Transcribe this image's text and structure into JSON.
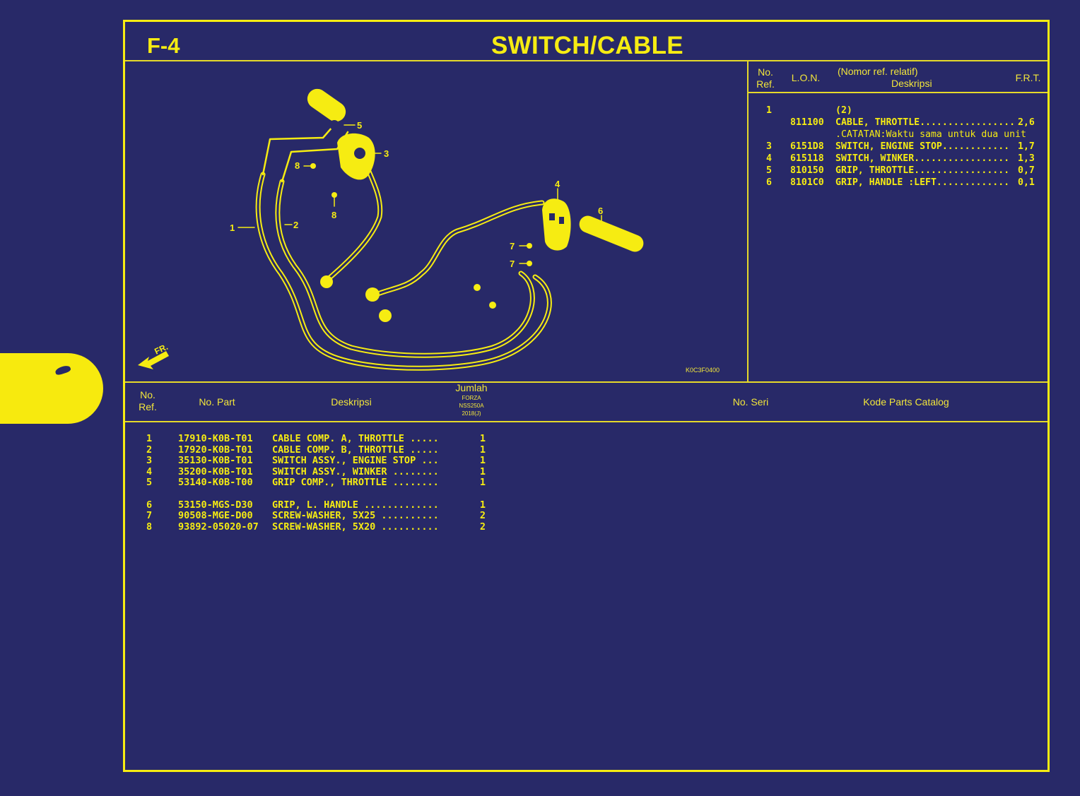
{
  "page": {
    "section_code": "F-4",
    "title": "SWITCH/CABLE",
    "drawing_code": "K0C3F0400",
    "front_indicator": "FR.",
    "colors": {
      "background": "#282968",
      "accent": "#f6ec12"
    }
  },
  "reference_table": {
    "headers": {
      "no_ref_line1": "No.",
      "no_ref_line2": "Ref.",
      "lon": "L.O.N.",
      "desc_line1": "(Nomor ref. relatif)",
      "desc_line2": "Deskripsi",
      "frt": "F.R.T."
    },
    "rows": [
      {
        "no": "1",
        "lon": "",
        "desc": "(2)",
        "frt": ""
      },
      {
        "no": "",
        "lon": "811100",
        "desc": "CABLE, THROTTLE.................",
        "frt": "2,6"
      },
      {
        "no": "",
        "lon": "",
        "desc": ".CATATAN:Waktu sama untuk dua unit",
        "frt": ""
      },
      {
        "no": "3",
        "lon": "6151D8",
        "desc": "SWITCH, ENGINE STOP............",
        "frt": "1,7"
      },
      {
        "no": "4",
        "lon": "615118",
        "desc": "SWITCH, WINKER.................",
        "frt": "1,3"
      },
      {
        "no": "5",
        "lon": "810150",
        "desc": "GRIP, THROTTLE.................",
        "frt": "0,7"
      },
      {
        "no": "6",
        "lon": "8101C0",
        "desc": "GRIP, HANDLE :LEFT.............",
        "frt": "0,1"
      }
    ]
  },
  "parts_table": {
    "headers": {
      "no_ref_line1": "No.",
      "no_ref_line2": "Ref.",
      "part_no": "No. Part",
      "desc": "Deskripsi",
      "qty": "Jumlah",
      "model_line1": "FORZA",
      "model_line2": "NSS250A",
      "model_line3": "2018(J)",
      "serial": "No. Seri",
      "catalog_code": "Kode Parts Catalog"
    },
    "rows": [
      {
        "no": "1",
        "part_no": "17910-K0B-T01",
        "desc": "CABLE COMP. A, THROTTLE .....",
        "qty": "1"
      },
      {
        "no": "2",
        "part_no": "17920-K0B-T01",
        "desc": "CABLE COMP. B, THROTTLE .....",
        "qty": "1"
      },
      {
        "no": "3",
        "part_no": "35130-K0B-T01",
        "desc": "SWITCH ASSY., ENGINE STOP ...",
        "qty": "1"
      },
      {
        "no": "4",
        "part_no": "35200-K0B-T01",
        "desc": "SWITCH ASSY., WINKER ........",
        "qty": "1"
      },
      {
        "no": "5",
        "part_no": "53140-K0B-T00",
        "desc": "GRIP COMP., THROTTLE ........",
        "qty": "1"
      },
      {
        "no": "6",
        "part_no": "53150-MGS-D30",
        "desc": "GRIP, L. HANDLE .............",
        "qty": "1"
      },
      {
        "no": "7",
        "part_no": "90508-MGE-D00",
        "desc": "SCREW-WASHER, 5X25 ..........",
        "qty": "2"
      },
      {
        "no": "8",
        "part_no": "93892-05020-07",
        "desc": "SCREW-WASHER, 5X20 ..........",
        "qty": "2"
      }
    ]
  },
  "diagram": {
    "callouts": [
      "1",
      "2",
      "3",
      "4",
      "5",
      "6",
      "7",
      "7",
      "8",
      "8"
    ]
  }
}
